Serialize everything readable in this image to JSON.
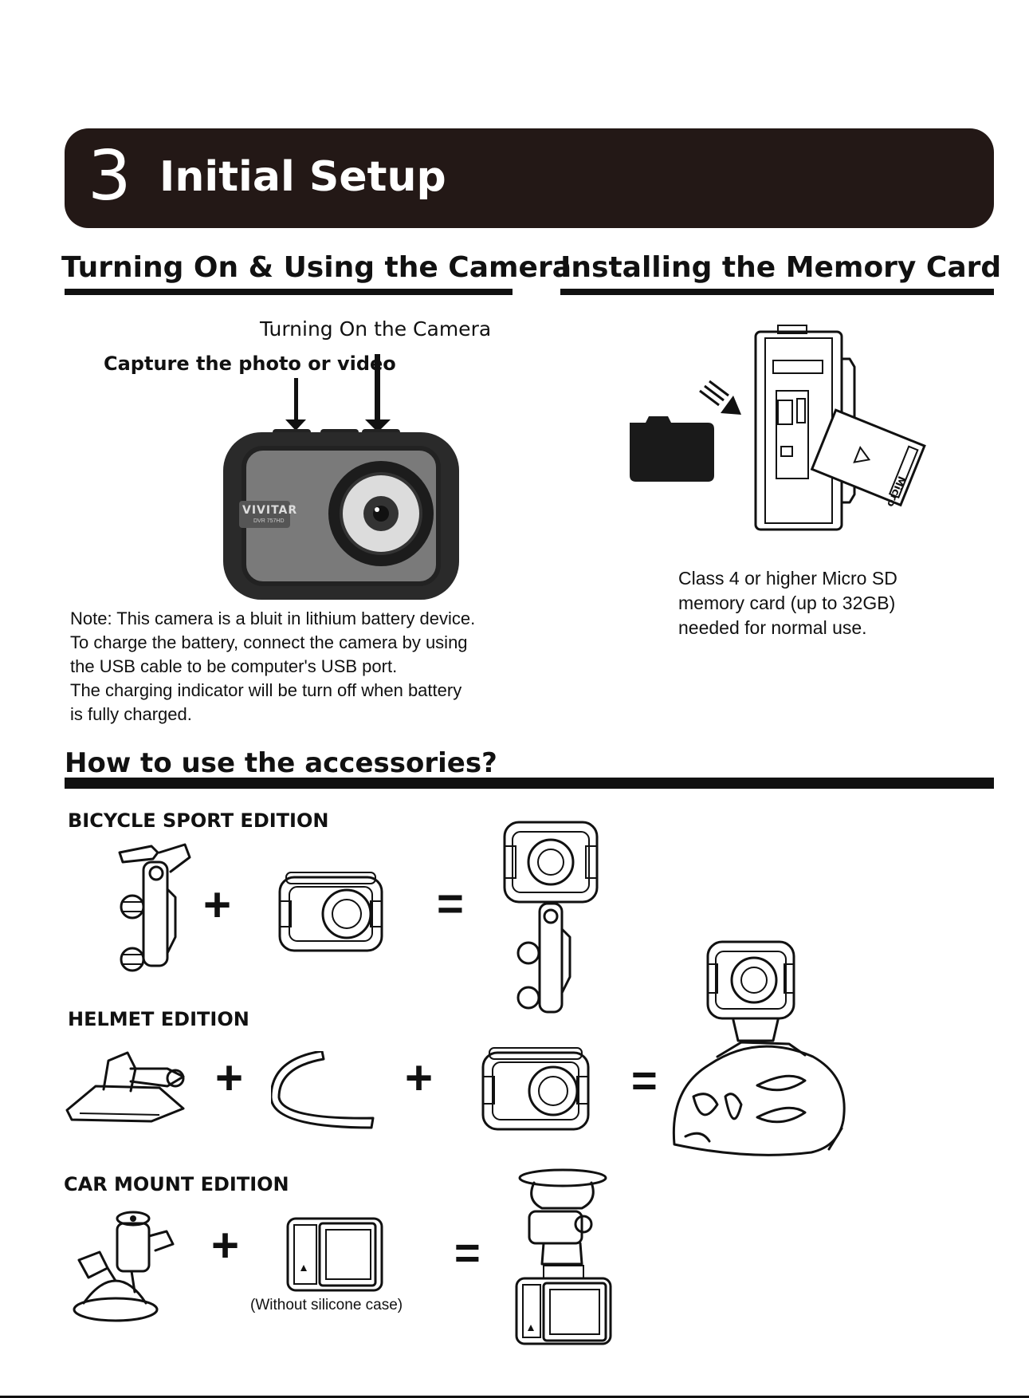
{
  "section": {
    "number": "3",
    "title": "Initial Setup"
  },
  "turning_on": {
    "heading": "Turning On & Using the Camera",
    "label_power": "Turning On the Camera",
    "label_capture": "Capture the photo or video",
    "camera_brand": "VIVITAR",
    "camera_model": "DVR 757HD",
    "note_lines": [
      "Note: This camera is a bluit in lithium battery device.",
      "To charge the battery, connect the camera by using",
      "the USB cable to be computer's USB port.",
      "The charging indicator will be turn off when battery",
      "is fully charged."
    ]
  },
  "memory_card": {
    "heading": "Installing the Memory Card",
    "card_label": "Micro",
    "lines": [
      "Class 4 or higher Micro SD",
      "memory card (up to 32GB)",
      "needed for normal use."
    ]
  },
  "accessories": {
    "heading": "How to use the accessories?",
    "bicycle": {
      "title": "BICYCLE SPORT EDITION"
    },
    "helmet": {
      "title": "HELMET EDITION"
    },
    "car": {
      "title": "CAR MOUNT EDITION",
      "caption": "(Without silicone case)"
    },
    "plus": "+",
    "equals": "="
  }
}
